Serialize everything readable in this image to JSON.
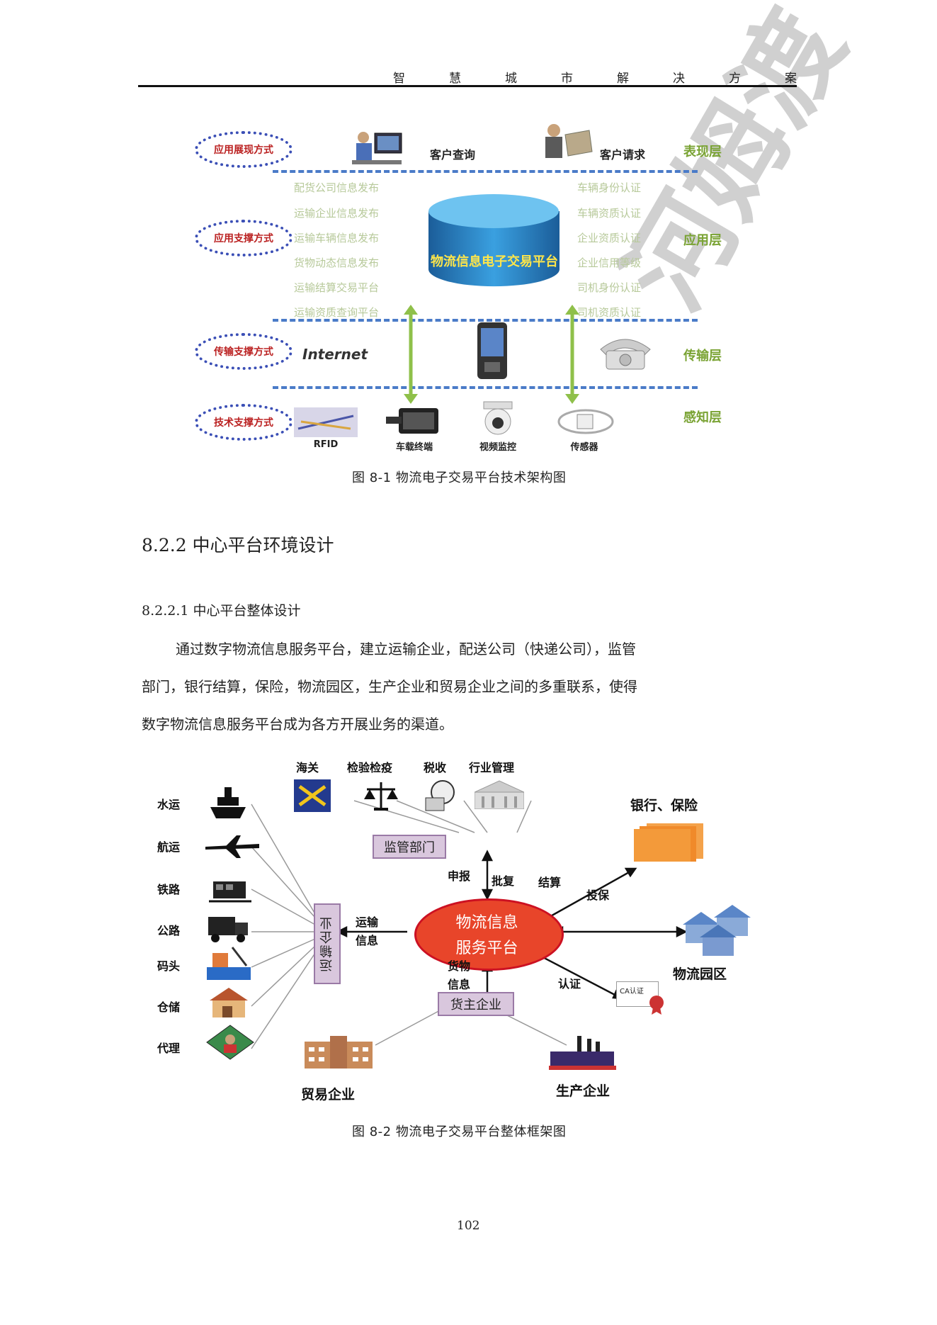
{
  "header": {
    "chars": [
      "智",
      "慧",
      "城",
      "市",
      "解",
      "决",
      "方",
      "案"
    ]
  },
  "figure1": {
    "layers": [
      {
        "mode": "应用展现方式",
        "name": "表现层"
      },
      {
        "mode": "应用支撑方式",
        "name": "应用层"
      },
      {
        "mode": "传输支撑方式",
        "name": "传输层"
      },
      {
        "mode": "技术支撑方式",
        "name": "感知层"
      }
    ],
    "customer_query": "客户查询",
    "customer_request": "客户请求",
    "platform_label": "物流信息电子交易平台",
    "left_services": [
      "配货公司信息发布",
      "运输企业信息发布",
      "运输车辆信息发布",
      "货物动态信息发布",
      "运输结算交易平台",
      "运输资质查询平台"
    ],
    "right_services": [
      "车辆身份认证",
      "车辆资质认证",
      "企业资质认证",
      "企业信用等级",
      "司机身份认证",
      "司机资质认证"
    ],
    "internet_label": "Internet",
    "sensing": [
      "RFID",
      "车载终端",
      "视频监控",
      "传感器"
    ],
    "caption": "图 8-1 物流电子交易平台技术架构图"
  },
  "section": {
    "heading": "8.2.2 中心平台环境设计",
    "subheading": "8.2.2.1 中心平台整体设计",
    "paragraph": [
      "通过数字物流信息服务平台，建立运输企业，配送公司（快递公司），监管",
      "部门，银行结算，保险，物流园区，生产企业和贸易企业之间的多重联系，使得",
      "数字物流信息服务平台成为各方开展业务的渠道。"
    ]
  },
  "figure2": {
    "top_labels": [
      "海关",
      "检验检疫",
      "税收",
      "行业管理"
    ],
    "left_labels": [
      "水运",
      "航运",
      "铁路",
      "公路",
      "码头",
      "仓储",
      "代理"
    ],
    "regulator_box": "监管部门",
    "transport_box": "运输企业",
    "center_line1": "物流信息",
    "center_line2": "服务平台",
    "owner_box": "货主企业",
    "bank_label": "银行、保险",
    "park_label": "物流园区",
    "trade_label": "贸易企业",
    "production_label": "生产企业",
    "edge_declare": "申报",
    "edge_approve": "批复",
    "edge_settle": "结算",
    "edge_insure": "投保",
    "edge_transport_info": [
      "运输",
      "信息"
    ],
    "edge_goods_info": [
      "货物",
      "信息"
    ],
    "edge_cert": "认证",
    "ca_label": "CA认证",
    "caption": "图 8-2 物流电子交易平台整体框架图"
  },
  "page_number": "102",
  "colors": {
    "accent_green": "#7aa334",
    "oval_blue": "#3b4fb6",
    "platform_blue": "#2a7bbf",
    "hub_red": "#e8452a",
    "box_purple": "#d9c7dd"
  }
}
